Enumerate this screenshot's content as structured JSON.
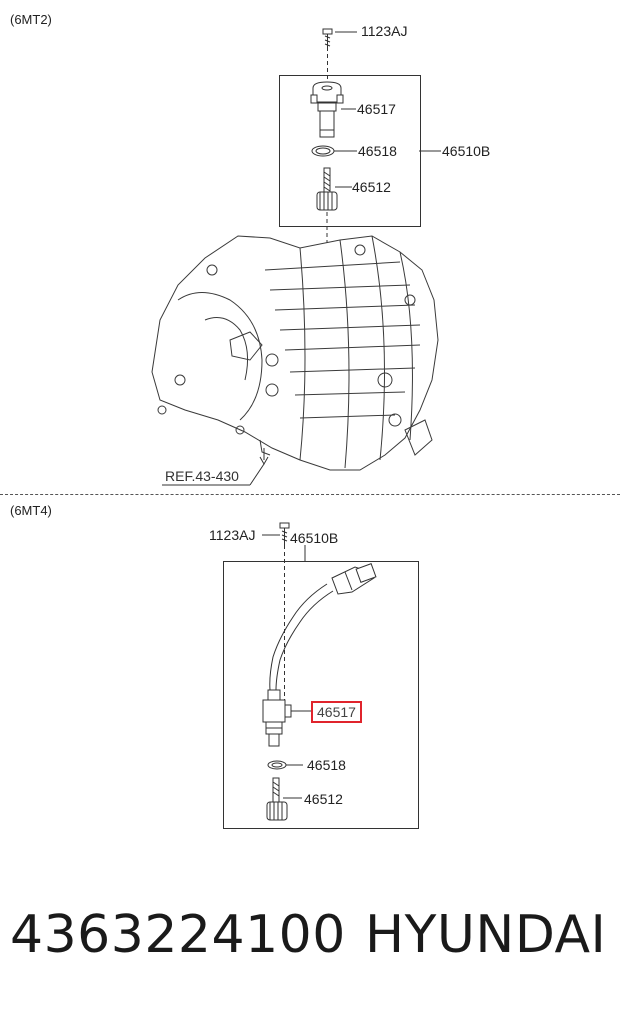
{
  "sections": {
    "top": {
      "label": "(6MT2)"
    },
    "bottom": {
      "label": "(6MT4)"
    }
  },
  "top_parts": {
    "bolt": "1123AJ",
    "sensor": "46517",
    "oring": "46518",
    "gear": "46512",
    "assembly": "46510B"
  },
  "reference": "REF.43-430",
  "bottom_parts": {
    "bolt": "1123AJ",
    "assembly": "46510B",
    "sensor_highlighted": "46517",
    "oring": "46518",
    "gear": "46512"
  },
  "footer": {
    "part_number": "4363224100",
    "brand": "HYUNDAI"
  },
  "colors": {
    "highlight": "#e0242c",
    "line": "#333333"
  }
}
